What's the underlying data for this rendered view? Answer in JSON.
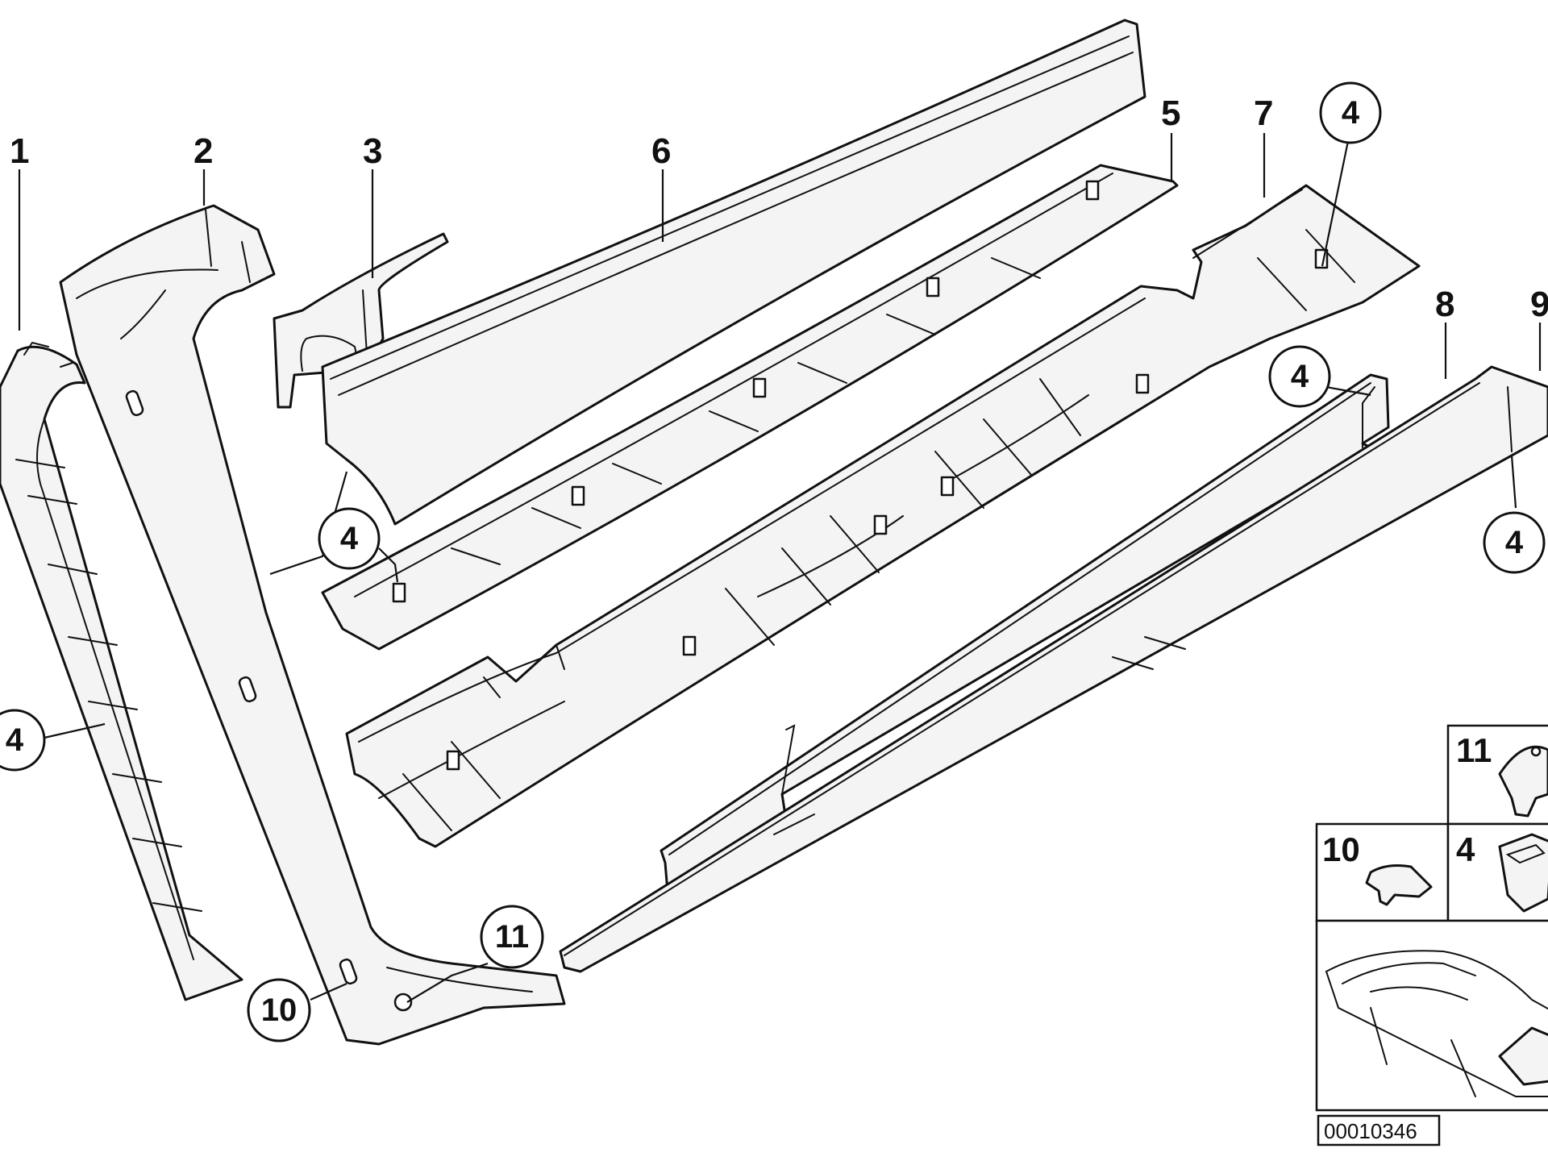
{
  "labels": {
    "l1": "1",
    "l2": "2",
    "l3": "3",
    "l5": "5",
    "l6": "6",
    "l7": "7",
    "l8": "8",
    "l9": "9"
  },
  "callouts": {
    "c4_top_right": "4",
    "c4_mid_right": "4",
    "c4_far_right": "4",
    "c4_middle": "4",
    "c4_left": "4",
    "c10": "10",
    "c11": "11"
  },
  "inset": {
    "label_11": "11",
    "label_10": "10",
    "label_4": "4"
  },
  "reference_number": "00010346"
}
